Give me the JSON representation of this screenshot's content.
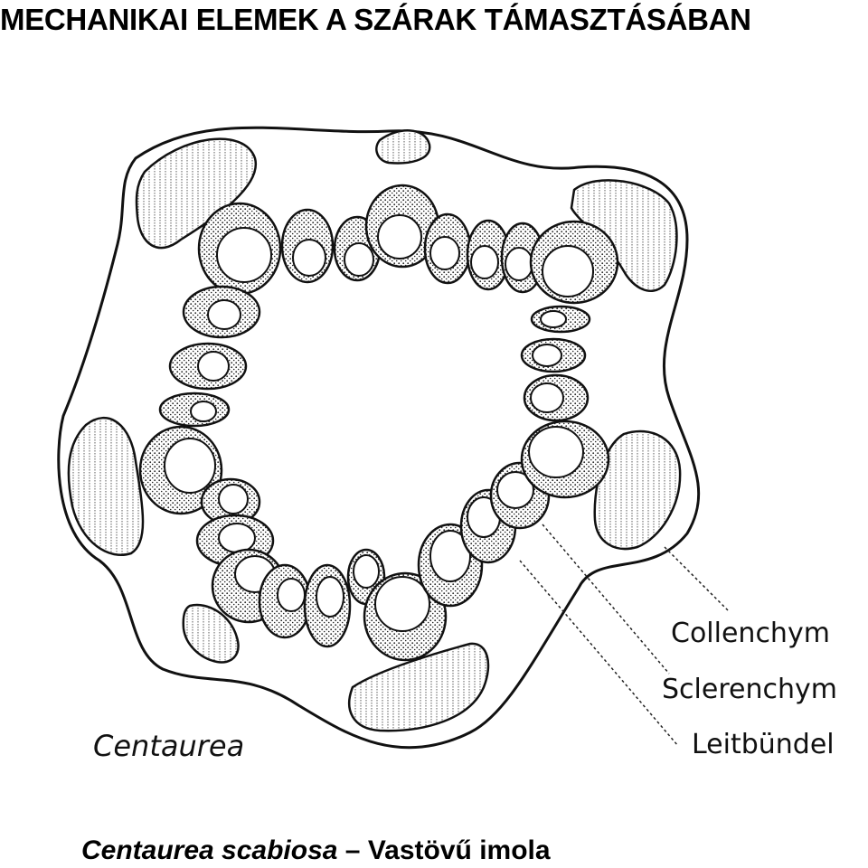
{
  "title": "MECHANIKAI ELEMEK A SZÁRAK TÁMASZTÁSÁBAN",
  "diagram": {
    "genus_label": "Centaurea",
    "legend_labels": [
      "Collenchym",
      "Sclerenchym",
      "Leitbündel"
    ]
  },
  "caption": {
    "species": "Centaurea scabiosa",
    "separator": " – ",
    "common_name": "Vastövű imola"
  },
  "colors": {
    "ink": "#111111",
    "background": "#ffffff"
  }
}
